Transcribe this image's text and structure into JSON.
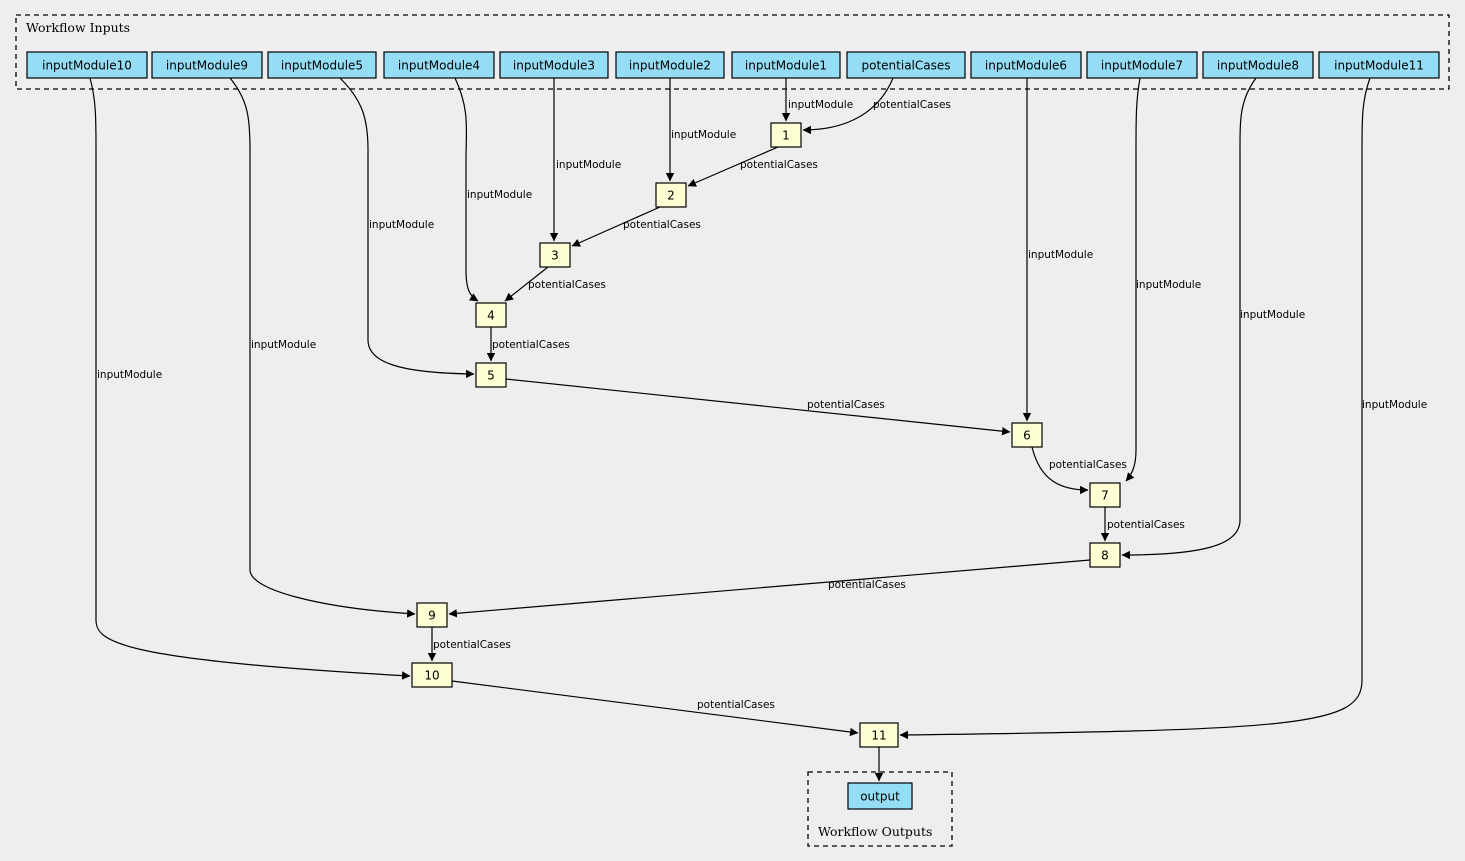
{
  "clusters": {
    "inputs_label": "Workflow Inputs",
    "outputs_label": "Workflow Outputs"
  },
  "colors": {
    "input_fill": "#94ddf4",
    "step_fill": "#ffffd4",
    "background": "#eeeeee"
  },
  "inputs": [
    "inputModule10",
    "inputModule9",
    "inputModule5",
    "inputModule4",
    "inputModule3",
    "inputModule2",
    "inputModule1",
    "potentialCases",
    "inputModule6",
    "inputModule7",
    "inputModule8",
    "inputModule11"
  ],
  "steps": [
    "1",
    "2",
    "3",
    "4",
    "5",
    "6",
    "7",
    "8",
    "9",
    "10",
    "11"
  ],
  "outputs": [
    "output"
  ],
  "edges": [
    {
      "from": "inputModule1",
      "to": "1",
      "label": "inputModule"
    },
    {
      "from": "potentialCases",
      "to": "1",
      "label": "potentialCases"
    },
    {
      "from": "inputModule2",
      "to": "2",
      "label": "inputModule"
    },
    {
      "from": "1",
      "to": "2",
      "label": "potentialCases"
    },
    {
      "from": "inputModule3",
      "to": "3",
      "label": "inputModule"
    },
    {
      "from": "2",
      "to": "3",
      "label": "potentialCases"
    },
    {
      "from": "inputModule4",
      "to": "4",
      "label": "inputModule"
    },
    {
      "from": "3",
      "to": "4",
      "label": "potentialCases"
    },
    {
      "from": "inputModule5",
      "to": "5",
      "label": "inputModule"
    },
    {
      "from": "4",
      "to": "5",
      "label": "potentialCases"
    },
    {
      "from": "inputModule6",
      "to": "6",
      "label": "inputModule"
    },
    {
      "from": "5",
      "to": "6",
      "label": "potentialCases"
    },
    {
      "from": "inputModule7",
      "to": "7",
      "label": "inputModule"
    },
    {
      "from": "6",
      "to": "7",
      "label": "potentialCases"
    },
    {
      "from": "inputModule8",
      "to": "8",
      "label": "inputModule"
    },
    {
      "from": "7",
      "to": "8",
      "label": "potentialCases"
    },
    {
      "from": "inputModule9",
      "to": "9",
      "label": "inputModule"
    },
    {
      "from": "8",
      "to": "9",
      "label": "potentialCases"
    },
    {
      "from": "inputModule10",
      "to": "10",
      "label": "inputModule"
    },
    {
      "from": "9",
      "to": "10",
      "label": "potentialCases"
    },
    {
      "from": "inputModule11",
      "to": "11",
      "label": "inputModule"
    },
    {
      "from": "10",
      "to": "11",
      "label": "potentialCases"
    },
    {
      "from": "11",
      "to": "output",
      "label": ""
    }
  ]
}
